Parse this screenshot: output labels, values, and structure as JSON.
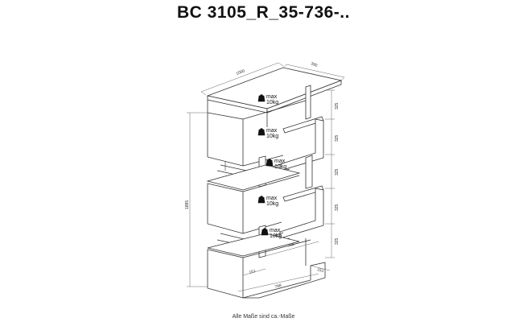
{
  "title": "BC 3105_R_35-736-..",
  "footer": "Alle Maße sind ca.-Maße",
  "dimensions": {
    "width": "1000",
    "depth": "390",
    "height": "1885",
    "compartment_height": "325",
    "inner_width": "798",
    "side_offset": "151"
  },
  "load_label": "max",
  "load_value": "10kg",
  "weight_icon": "weight-icon"
}
